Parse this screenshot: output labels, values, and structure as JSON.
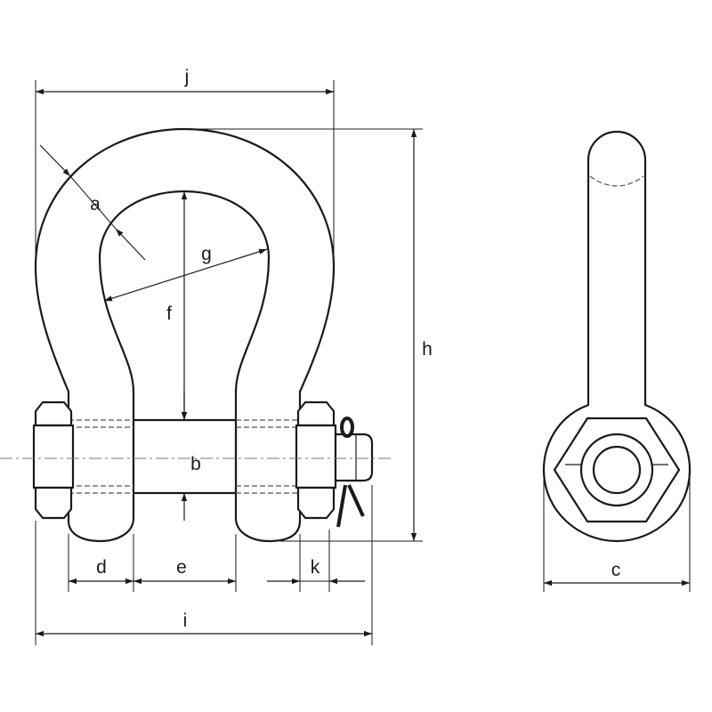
{
  "colors": {
    "stroke": "#1a1a1a",
    "background": "#ffffff"
  },
  "labels": {
    "j": "j",
    "a": "a",
    "g": "g",
    "f": "f",
    "h": "h",
    "b": "b",
    "d": "d",
    "e": "e",
    "k": "k",
    "i": "i",
    "c": "c"
  }
}
